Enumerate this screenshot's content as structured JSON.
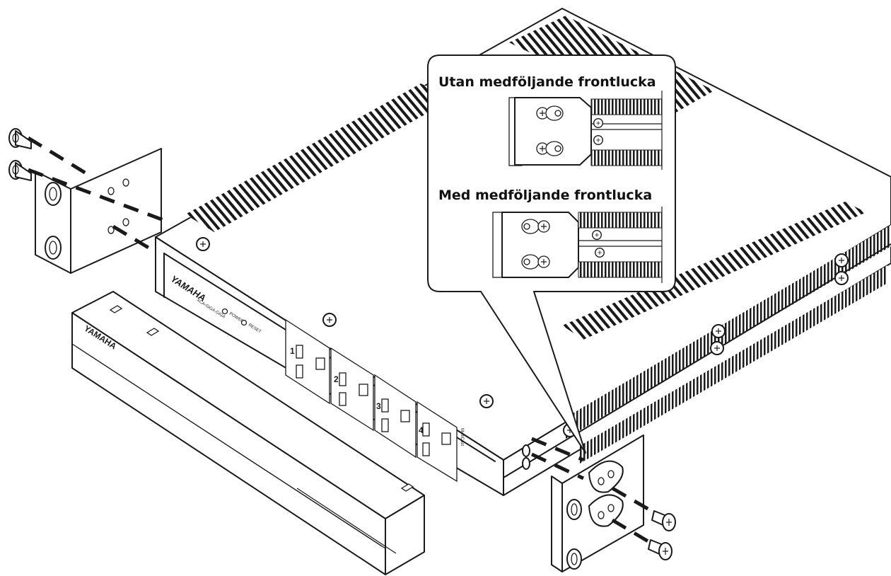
{
  "callout": {
    "heading_without_cover": "Utan medföljande frontlucka",
    "heading_with_cover": "Med medföljande frontlucka"
  },
  "device": {
    "brand": "YAMAHA",
    "model": "XCA-GIGA-GIGA",
    "indicator_power": "POWER",
    "indicator_reset": "RESET",
    "side_logo": "MultiCast",
    "port_numbers": [
      "1",
      "2",
      "3",
      "4"
    ]
  },
  "front_cover": {
    "brand": "YAMAHA"
  },
  "icons": [
    "screw-icon",
    "rack-ear-icon",
    "front-cover-icon"
  ]
}
